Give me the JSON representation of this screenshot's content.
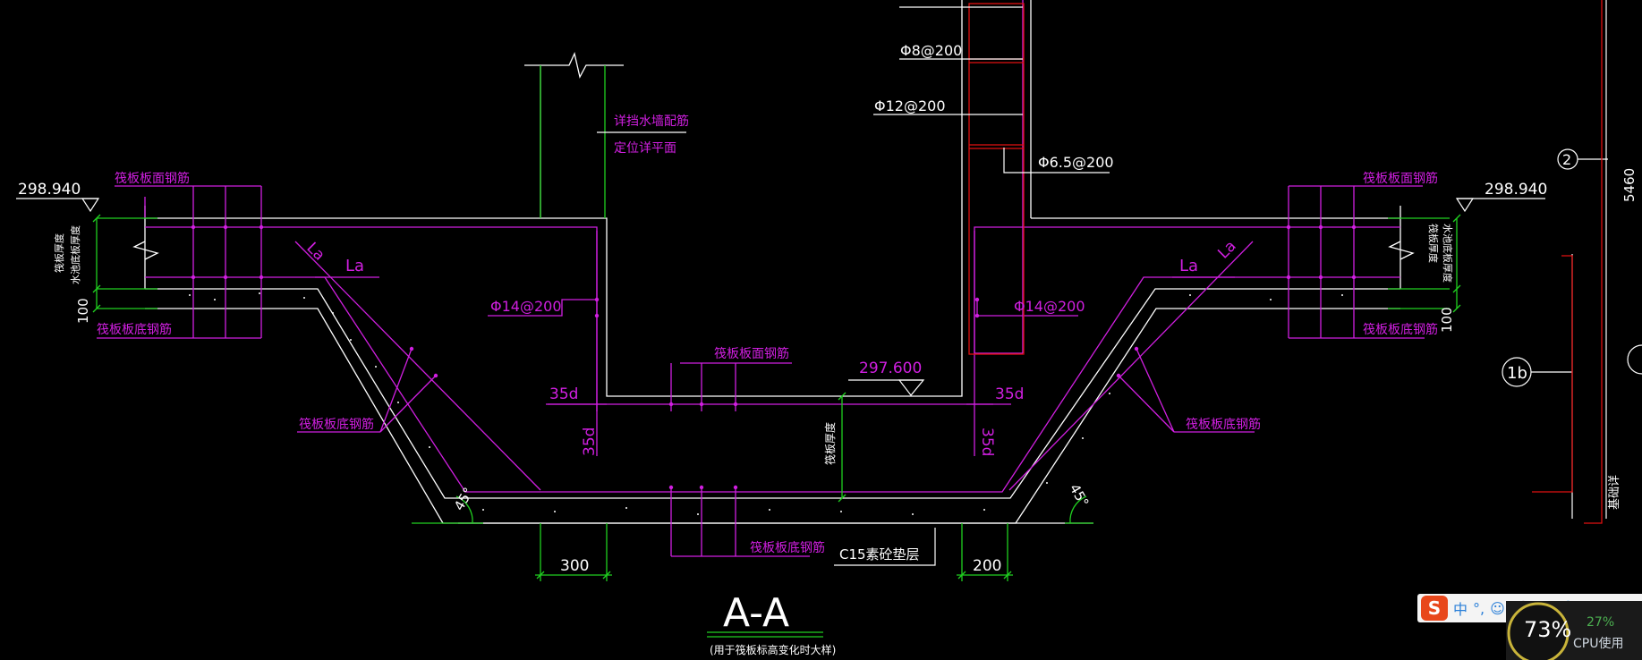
{
  "drawing": {
    "section_title": "A-A",
    "section_subtitle": "(用于筏板标高变化时大样)",
    "elevations": {
      "left_top": "298.940",
      "right_top": "298.940",
      "pit_bottom": "297.600"
    },
    "rebar_labels": {
      "phi8": "Φ8@200",
      "phi12": "Φ12@200",
      "phi6_5": "Φ6.5@200",
      "phi14_left": "Φ14@200",
      "phi14_right": "Φ14@200"
    },
    "notes": {
      "wall_detail_1": "详挡水墙配筋",
      "wall_detail_2": "定位详平面",
      "raft_top_left": "筏板板面钢筋",
      "raft_top_right": "筏板板面钢筋",
      "raft_bottom_left": "筏板板底钢筋",
      "raft_bottom_right": "筏板板底钢筋",
      "raft_bottom_slope_left": "筏板板底钢筋",
      "raft_bottom_slope_right": "筏板板底钢筋",
      "pit_top_bar": "筏板板面钢筋",
      "pit_bottom_bar": "筏板板底钢筋",
      "raft_thickness": "筏板厚度",
      "left_side_1": "筏板厚度",
      "left_side_2": "水池底板厚度",
      "right_side_1": "筏板厚度",
      "right_side_2": "水池底板厚度",
      "cushion": "C15素砼垫层",
      "right_edge_text": "基础详"
    },
    "dimensions": {
      "la_left_1": "La",
      "la_left_2": "La",
      "la_right_1": "La",
      "la_right_2": "La",
      "d35_left_h": "35d",
      "d35_left_v": "35d",
      "d35_right_h": "35d",
      "d35_right_v": "35d",
      "angle_left": "45°",
      "angle_right": "45°",
      "dim_300": "300",
      "dim_200": "200",
      "dim_100_left": "100",
      "dim_100_right": "100",
      "dim_5460": "5460"
    },
    "grid_markers": {
      "marker_2": "2",
      "marker_1b": "1b"
    }
  },
  "taskbar": {
    "ime_logo": "S",
    "ime_lang": "中",
    "ime_punct": "°,",
    "cpu_percent": "73%",
    "cpu_small": "27%",
    "cpu_label": "CPU使用"
  },
  "colors": {
    "background": "#000000",
    "concrete": "#ffffff",
    "rebar": "#d01fe0",
    "dimension": "#20d020",
    "stirrup": "#e01010"
  }
}
